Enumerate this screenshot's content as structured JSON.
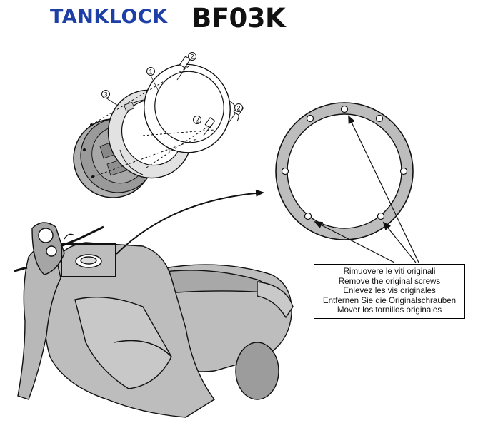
{
  "title": {
    "brand": "TANKLOCK",
    "model": "BF03K",
    "brand_color": "#1d3fa6",
    "model_color": "#111111"
  },
  "callout": {
    "lines": [
      "Rimuovere le viti originali",
      "Remove the original screws",
      "Enlevez  les vis originales",
      "Entfernen Sie die Originalschrauben",
      "Mover los tornillos originales"
    ]
  },
  "part_numbers": {
    "ring": "1",
    "screw_upper": "2",
    "screw_mid": "2",
    "screw_lower": "2",
    "flange": "3"
  },
  "colors": {
    "line": "#111111",
    "fill_gray": "#bdbdbd",
    "fill_light": "#e6e6e6",
    "fill_dark": "#8c8c8c"
  },
  "icons": [
    "screw-icon",
    "motorcycle-illustration",
    "tank-cap-ring-icon",
    "arrow-icon"
  ]
}
